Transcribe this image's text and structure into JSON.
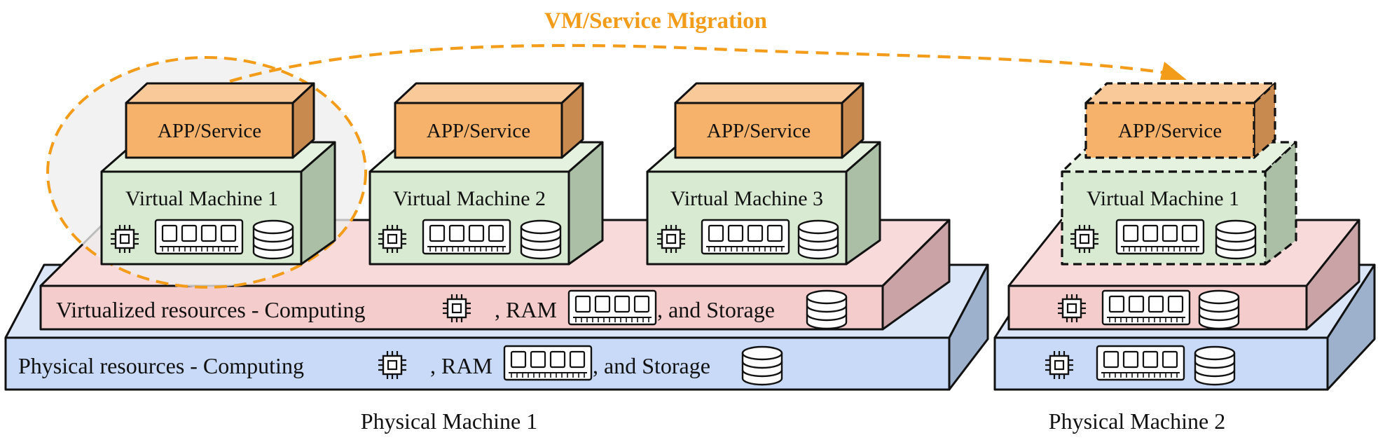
{
  "migration": {
    "label": "VM/Service Migration",
    "color": "#f39c1a"
  },
  "physical_machines": [
    {
      "name": "Physical Machine 1",
      "virtualized_text": "Virtualized resources - Computing",
      "physical_text": "Physical resources - Computing",
      "ram_text": ", RAM",
      "storage_text": ", and Storage",
      "virtual_machines": [
        {
          "name": "Virtual Machine 1",
          "app": "APP/Service"
        },
        {
          "name": "Virtual Machine 2",
          "app": "APP/Service"
        },
        {
          "name": "Virtual Machine 3",
          "app": "APP/Service"
        }
      ]
    },
    {
      "name": "Physical Machine 2",
      "virtual_machines": [
        {
          "name": "Virtual Machine 1",
          "app": "APP/Service",
          "migrated": true
        }
      ]
    }
  ],
  "colors": {
    "app_front": "#f6b26b",
    "app_top": "#f9c99a",
    "app_side": "#c98a50",
    "vm_front": "#d9ead3",
    "vm_top": "#e6f2e0",
    "vm_side": "#aabfa6",
    "virt_front": "#f4cccc",
    "virt_top": "#f8dada",
    "virt_side": "#c9a3a5",
    "phys_front": "#c9daf8",
    "phys_top": "#dbe6f9",
    "phys_side": "#9eb1cc",
    "highlight": "#eeeeee"
  }
}
